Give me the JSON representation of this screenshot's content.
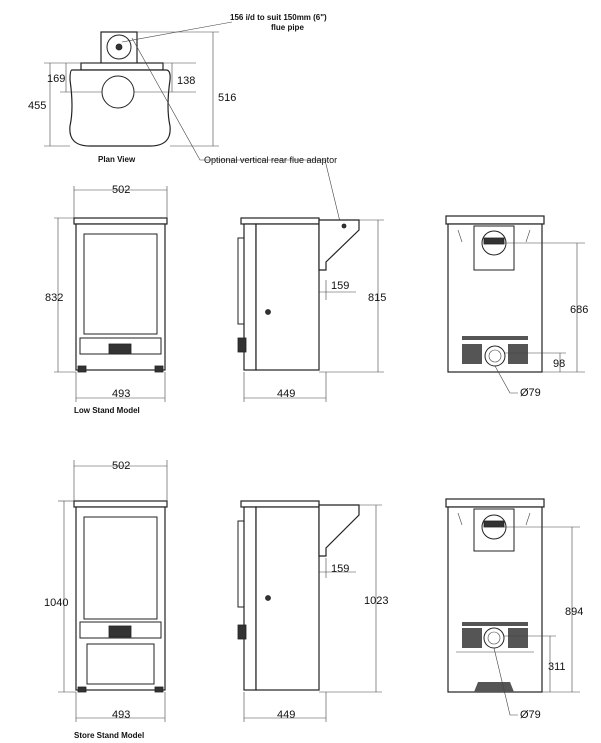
{
  "plan": {
    "callout_flue_line1": "156 i/d to suit 150mm (6\")",
    "callout_flue_line2": "flue pipe",
    "dim_169": "169",
    "dim_138": "138",
    "dim_455": "455",
    "dim_516": "516",
    "caption": "Plan View",
    "callout_adaptor": "Optional vertical rear flue adaptor"
  },
  "low": {
    "front_width_top": "502",
    "front_height": "832",
    "front_width_bottom": "493",
    "side_offset": "159",
    "side_height": "815",
    "side_depth": "449",
    "rear_height": "686",
    "rear_height_low": "98",
    "rear_outlet": "Ø79",
    "caption": "Low Stand Model"
  },
  "store": {
    "front_width_top": "502",
    "front_height": "1040",
    "front_width_bottom": "493",
    "side_offset": "159",
    "side_height": "1023",
    "side_depth": "449",
    "rear_height": "894",
    "rear_height_low": "311",
    "rear_outlet": "Ø79",
    "caption": "Store Stand Model"
  }
}
